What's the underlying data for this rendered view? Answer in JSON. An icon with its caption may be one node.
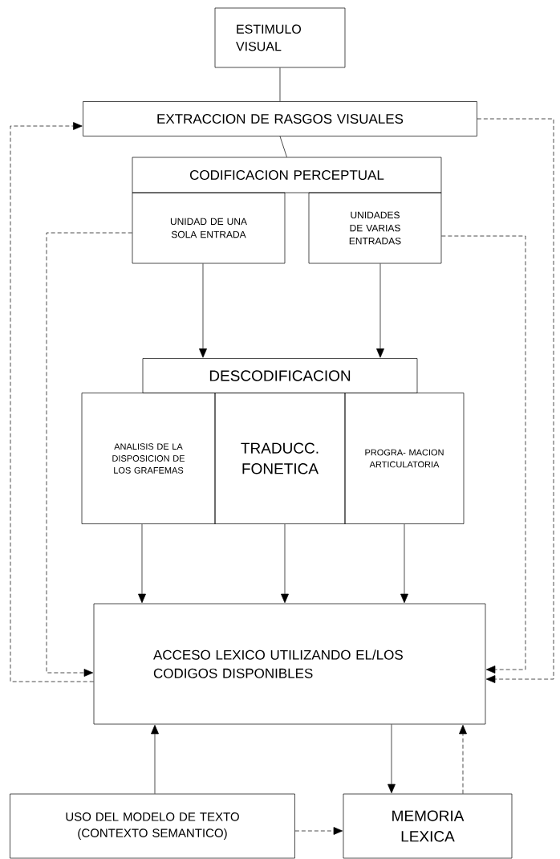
{
  "diagram": {
    "nodes": [
      {
        "text": [
          "ESTIMULO VISUAL"
        ]
      },
      {
        "text": [
          "EXTRACCION DE RASGOS VISUALES"
        ]
      },
      {
        "text": [
          "CODIFICACION PERCEPTUAL"
        ]
      },
      {
        "text": [
          "UNIDAD DE UNA SOLA ENTRADA"
        ]
      },
      {
        "text": [
          "UNIDADES DE VARIAS ENTRADAS"
        ]
      },
      {
        "text": [
          "DESCODIFICACION"
        ]
      },
      {
        "text": [
          "ANALISIS DE LA DISPOSICION DE LOS GRAFEMAS"
        ]
      },
      {
        "text": [
          "TRADUCC. FONETICA"
        ]
      },
      {
        "text": [
          "PROGRA- MACION ARTICULATORIA"
        ]
      },
      {
        "text": [
          "ACCESO LEXICO UTILIZANDO EL/LOS CODIGOS DISPONIBLES"
        ]
      },
      {
        "text": [
          "USO DEL MODELO DE TEXTO (CONTEXTO SEMANTICO)"
        ]
      },
      {
        "text": [
          "MEMORIA LEXICA"
        ]
      }
    ],
    "edges": [
      {
        "from": 0,
        "to": 1,
        "arrow": "none"
      },
      {
        "from": 1,
        "to": 2,
        "arrow": "none"
      },
      {
        "from": 3,
        "to": 5,
        "arrow": "to"
      },
      {
        "from": 4,
        "to": 5,
        "arrow": "to"
      },
      {
        "from": 6,
        "to": 9,
        "arrow": "to"
      },
      {
        "from": 7,
        "to": 9,
        "arrow": "to"
      },
      {
        "from": 8,
        "to": 9,
        "arrow": "to"
      },
      {
        "from": 3,
        "to": 9,
        "arrow": "to",
        "style": "dashed"
      },
      {
        "from": 9,
        "to": 1,
        "arrow": "to",
        "style": "dashed"
      },
      {
        "from": 1,
        "to": 9,
        "arrow": "to",
        "style": "dashed"
      },
      {
        "from": 4,
        "to": 9,
        "arrow": "to",
        "style": "dashed"
      },
      {
        "from": 10,
        "to": 9,
        "arrow": "to"
      },
      {
        "from": 9,
        "to": 11,
        "arrow": "to"
      },
      {
        "from": 11,
        "to": 9,
        "arrow": "to",
        "style": "dashed"
      },
      {
        "from": 10,
        "to": 11,
        "arrow": "to",
        "style": "dashed"
      }
    ]
  }
}
